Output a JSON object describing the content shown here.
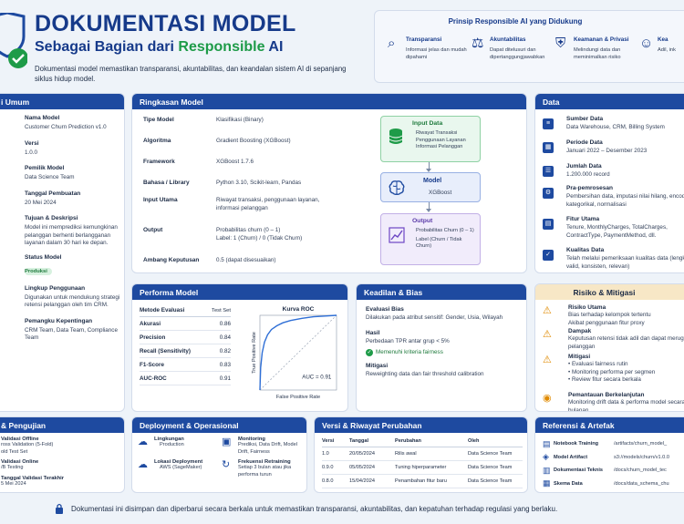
{
  "header": {
    "title": "DOKUMENTASI MODEL",
    "subtitle_part1": "Sebagai Bagian dari ",
    "subtitle_part2": "Responsible",
    "subtitle_part3": " AI",
    "description": "Dokumentasi model memastikan transparansi, akuntabilitas, dan keandalan sistem AI di sepanjang siklus hidup model."
  },
  "principles": {
    "title": "Prinsip Responsible AI yang Didukung",
    "items": [
      {
        "title": "Transparansi",
        "desc": "Informasi jelas dan mudah dipahami",
        "icon": "magnifier-icon"
      },
      {
        "title": "Akuntabilitas",
        "desc": "Dapat ditelusuri dan dipertanggungjawabkan",
        "icon": "scales-icon"
      },
      {
        "title": "Keamanan & Privasi",
        "desc": "Melindungi data dan meminimalkan risiko",
        "icon": "shield-check-icon"
      },
      {
        "title": "Kea",
        "desc": "Adil, ink",
        "icon": "people-icon"
      }
    ]
  },
  "info_umum": {
    "header": "i Umum",
    "items": [
      {
        "label": "Nama Model",
        "value": "Customer Churn Prediction v1.0"
      },
      {
        "label": "Versi",
        "value": "1.0.0"
      },
      {
        "label": "Pemilik Model",
        "value": "Data Science Team"
      },
      {
        "label": "Tanggal Pembuatan",
        "value": "20 Mei 2024"
      },
      {
        "label": "Tujuan & Deskripsi",
        "value": "Model ini memprediksi kemungkinan pelanggan berhenti berlangganan layanan dalam 30 hari ke depan."
      },
      {
        "label": "Status Model",
        "value": "Produksi"
      },
      {
        "label": "Lingkup Penggunaan",
        "value": "Digunakan untuk mendukung strategi retensi pelanggan oleh tim CRM."
      },
      {
        "label": "Pemangku Kepentingan",
        "value": "CRM Team, Data Team, Compliance Team"
      }
    ]
  },
  "ringkasan": {
    "header": "Ringkasan Model",
    "rows": [
      {
        "label": "Tipe Model",
        "value": "Klasifikasi (Binary)"
      },
      {
        "label": "Algoritma",
        "value": "Gradient Boosting (XGBoost)"
      },
      {
        "label": "Framework",
        "value": "XGBoost 1.7.6"
      },
      {
        "label": "Bahasa / Library",
        "value": "Python 3.10, Scikit-learn, Pandas"
      },
      {
        "label": "Input Utama",
        "value": "Riwayat transaksi, penggunaan layanan, informasi pelanggan"
      },
      {
        "label": "Output",
        "value": "Probabilitas churn (0 – 1)\nLabel: 1 (Churn) / 0 (Tidak Churn)"
      },
      {
        "label": "Ambang Keputusan",
        "value": "0.5 (dapat disesuaikan)"
      }
    ],
    "flow": {
      "input_title": "Input Data",
      "input_items": [
        "Riwayat Transaksi",
        "Penggunaan Layanan",
        "Informasi Pelanggan"
      ],
      "model_title": "Model",
      "model_sub": "XGBoost",
      "output_title": "Output",
      "output_items": [
        "Probabilitas Churn (0 – 1)",
        "Label (Churn / Tidak Churn)"
      ]
    }
  },
  "data_section": {
    "header": "Data",
    "items": [
      {
        "label": "Sumber Data",
        "value": "Data Warehouse, CRM, Billing System"
      },
      {
        "label": "Periode Data",
        "value": "Januari 2022 – Desember 2023"
      },
      {
        "label": "Jumlah Data",
        "value": "1.200.000 record"
      },
      {
        "label": "Pra-pemrosesan",
        "value": "Pembersihan data, imputasi nilai hilang, encoding kategorikal, normalisasi"
      },
      {
        "label": "Fitur Utama",
        "value": "Tenure, MonthlyCharges, TotalCharges, ContractType, PaymentMethod, dll."
      },
      {
        "label": "Kualitas Data",
        "value": "Telah melalui pemeriksaan kualitas data (lengkap, valid, konsisten, relevan)"
      }
    ]
  },
  "performa": {
    "header": "Performa Model",
    "col1": "Metode Evaluasi",
    "col2": "Test Set",
    "rows": [
      {
        "metric": "Akurasi",
        "value": "0.86"
      },
      {
        "metric": "Precision",
        "value": "0.84"
      },
      {
        "metric": "Recall (Sensitivity)",
        "value": "0.82"
      },
      {
        "metric": "F1-Score",
        "value": "0.83"
      },
      {
        "metric": "AUC-ROC",
        "value": "0.91"
      }
    ]
  },
  "chart_data": {
    "type": "line",
    "title": "Kurva ROC",
    "xlabel": "False Positive Rate",
    "ylabel": "True Positive Rate",
    "annotation": "AUC = 0.91",
    "xlim": [
      0,
      1
    ],
    "ylim": [
      0,
      1
    ],
    "series": [
      {
        "x": [
          0,
          0.01,
          0.03,
          0.06,
          0.1,
          0.15,
          0.22,
          0.3,
          0.4,
          0.55,
          0.7,
          0.85,
          1.0
        ],
        "y": [
          0,
          0.3,
          0.5,
          0.64,
          0.74,
          0.81,
          0.86,
          0.9,
          0.93,
          0.96,
          0.98,
          0.99,
          1.0
        ]
      }
    ],
    "diagonal": true,
    "colors": {
      "curve": "#2f6fd6",
      "diagonal": "#9aa5b5"
    }
  },
  "keadilan": {
    "header": "Keadilan & Bias",
    "eval_label": "Evaluasi Bias",
    "eval_value": "Dilakukan pada atribut sensitif: Gender, Usia, Wilayah",
    "hasil_label": "Hasil",
    "hasil_value": "Perbedaan TPR antar grup < 5%",
    "check_text": "Memenuhi kriteria fairness",
    "mitigasi_label": "Mitigasi",
    "mitigasi_value": "Reweighting data dan fair threshold calibration"
  },
  "risiko": {
    "header": "Risiko & Mitigasi",
    "items": [
      {
        "label": "Risiko Utama",
        "value": "Bias terhadap kelompok tertentu\nAkibat penggunaan fitur proxy"
      },
      {
        "label": "Dampak",
        "value": "Keputusan retensi tidak adil dan dapat merugikan pelanggan"
      },
      {
        "label": "Mitigasi",
        "value": "• Evaluasi fairness rutin\n• Monitoring performa per segmen\n• Review fitur secara berkala"
      },
      {
        "label": "Pemantauan Berkelanjutan",
        "value": "Monitoring drift data & performa model secara bulanan"
      }
    ]
  },
  "pengujian": {
    "header": "& Pengujian",
    "items": [
      {
        "label": "Validasi Offline",
        "value": "ross Validation (5-Fold)\nold Test Set"
      },
      {
        "label": "Validasi Online",
        "value": "/B Testing"
      },
      {
        "label": "Tanggal Validasi Terakhir",
        "value": "5 Mei 2024"
      }
    ]
  },
  "deployment": {
    "header": "Deployment & Operasional",
    "items": [
      {
        "label": "Lingkungan",
        "value": "Production"
      },
      {
        "label": "Monitoring",
        "value": "Prediksi, Data Drift, Model Drift, Fairness"
      },
      {
        "label": "Lokasi Deployment",
        "value": "AWS (SageMaker)"
      },
      {
        "label": "Frekuensi Retraining",
        "value": "Setiap 3 bulan atau jika performa turun"
      }
    ]
  },
  "versi": {
    "header": "Versi & Riwayat Perubahan",
    "cols": [
      "Versi",
      "Tanggal",
      "Perubahan",
      "Oleh"
    ],
    "rows": [
      [
        "1.0",
        "20/05/2024",
        "Rilis awal",
        "Data Science Team"
      ],
      [
        "0.9.0",
        "05/05/2024",
        "Tuning hiperparameter",
        "Data Science Team"
      ],
      [
        "0.8.0",
        "15/04/2024",
        "Penambahan fitur baru",
        "Data Science Team"
      ]
    ]
  },
  "referensi": {
    "header": "Referensi & Artefak",
    "items": [
      {
        "label": "Notebook Training",
        "value": "/artifacts/churn_model_"
      },
      {
        "label": "Model Artifact",
        "value": "s3://models/churn/v1.0.0"
      },
      {
        "label": "Dokumentasi Teknis",
        "value": "/docs/churn_model_tec"
      },
      {
        "label": "Skema Data",
        "value": "/docs/data_schema_chu"
      }
    ]
  },
  "footer": {
    "text": "Dokumentasi ini disimpan dan diperbarui secara berkala untuk memastikan transparansi, akuntabilitas, dan kepatuhan terhadap regulasi yang berlaku."
  },
  "colors": {
    "primary": "#1e4aa0",
    "green": "#1e9b48",
    "orange_bg": "#f7e7c6"
  }
}
